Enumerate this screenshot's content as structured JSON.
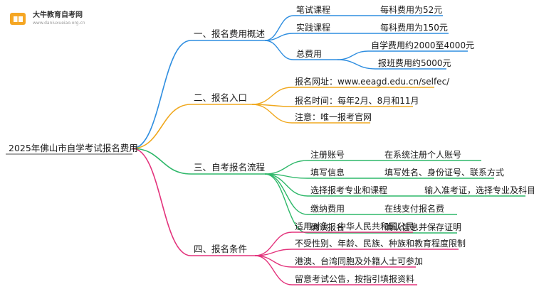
{
  "logo": {
    "name": "大牛教育自考网",
    "url": "www.daniuxueiao.org.cn",
    "color": "#f5a623"
  },
  "mindmap": {
    "root": "2025年佛山市自学考试报名费用",
    "branches": [
      {
        "label": "一、报名费用概述",
        "color": "#2f8ee0",
        "children": [
          {
            "label": "笔试课程",
            "detail": "每科费用为52元"
          },
          {
            "label": "实践课程",
            "detail": "每科费用为150元"
          },
          {
            "label": "总费用",
            "details": [
              "自学费用约2000至4000元",
              "报班费用约5000元"
            ]
          }
        ]
      },
      {
        "label": "二、报名入口",
        "color": "#f0a81e",
        "children": [
          {
            "label": "报名网址：www.eeagd.edu.cn/selfec/"
          },
          {
            "label": "报名时间：每年2月、8月和11月"
          },
          {
            "label": "注意：唯一报考官网"
          }
        ]
      },
      {
        "label": "三、自考报名流程",
        "color": "#2fb86a",
        "children": [
          {
            "label": "注册账号",
            "detail": "在系统注册个人账号"
          },
          {
            "label": "填写信息",
            "detail": "填写姓名、身份证号、联系方式"
          },
          {
            "label": "选择报考专业和课程",
            "detail": "输入准考证，选择专业及科目"
          },
          {
            "label": "缴纳费用",
            "detail": "在线支付报名费"
          },
          {
            "label": "确认报名",
            "detail": "确认信息并保存证明"
          }
        ]
      },
      {
        "label": "四、报名条件",
        "color": "#e3337c",
        "children": [
          {
            "label": "适用对象：中华人民共和国公民"
          },
          {
            "label": "不受性别、年龄、民族、种族和教育程度限制"
          },
          {
            "label": "港澳、台湾同胞及外籍人士可参加"
          },
          {
            "label": "留意考试公告，按指引填报资料"
          }
        ]
      }
    ]
  }
}
